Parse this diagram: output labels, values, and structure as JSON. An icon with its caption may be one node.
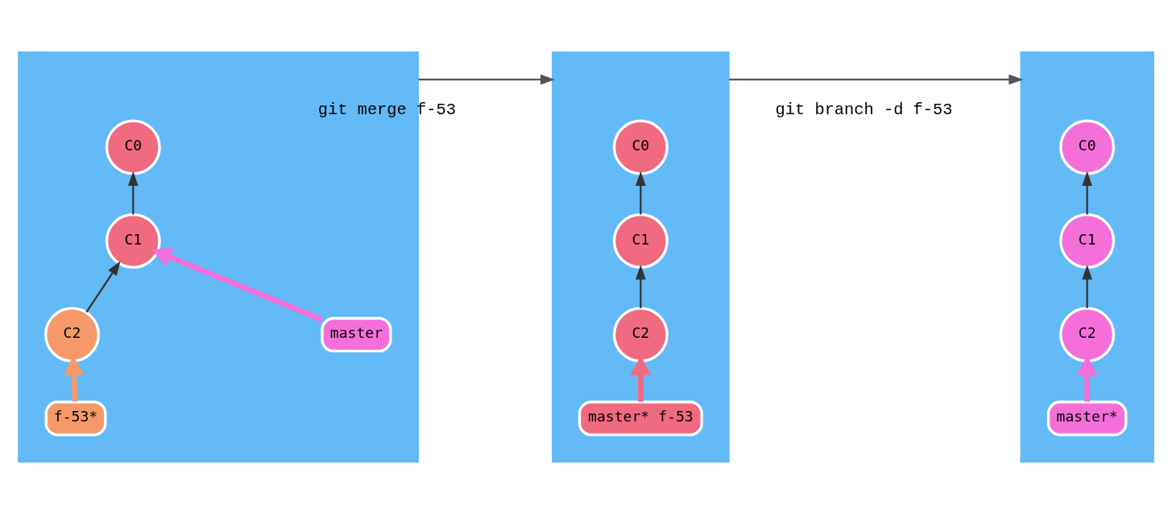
{
  "diagram": {
    "nodes": [
      {
        "text": [],
        "shape": "box"
      },
      {
        "text": [
          "C0"
        ],
        "in": 0
      },
      {
        "text": [
          "C1"
        ],
        "in": 0
      },
      {
        "text": [
          "C2"
        ],
        "in": 0
      },
      {
        "text": [
          "master"
        ],
        "in": 0
      },
      {
        "text": [
          "f-53*"
        ],
        "in": 0
      },
      {
        "text": [],
        "shape": "box"
      },
      {
        "text": [
          "C0"
        ],
        "in": 6
      },
      {
        "text": [
          "C1"
        ],
        "in": 6
      },
      {
        "text": [
          "C2"
        ],
        "in": 6
      },
      {
        "text": [
          "master* f-53"
        ],
        "in": 6
      },
      {
        "text": [],
        "shape": "box"
      },
      {
        "text": [
          "C0"
        ],
        "in": 11
      },
      {
        "text": [
          "C1"
        ],
        "in": 11
      },
      {
        "text": [
          "C2"
        ],
        "in": 11
      },
      {
        "text": [
          "master*"
        ],
        "in": 11
      }
    ],
    "edges": [
      {
        "from": 2,
        "to": 1,
        "arrow": "to"
      },
      {
        "from": 3,
        "to": 2,
        "arrow": "to"
      },
      {
        "from": 4,
        "to": 2,
        "arrow": "to",
        "style": "thick",
        "color": "#f46fd9"
      },
      {
        "from": 5,
        "to": 3,
        "arrow": "to",
        "style": "thick",
        "color": "#f5996b"
      },
      {
        "from": 8,
        "to": 7,
        "arrow": "to"
      },
      {
        "from": 9,
        "to": 8,
        "arrow": "to"
      },
      {
        "from": 10,
        "to": 9,
        "arrow": "to",
        "style": "thick",
        "color": "#f06a80"
      },
      {
        "from": 13,
        "to": 12,
        "arrow": "to"
      },
      {
        "from": 14,
        "to": 13,
        "arrow": "to"
      },
      {
        "from": 15,
        "to": 14,
        "arrow": "to",
        "style": "thick",
        "color": "#f46fd9"
      },
      {
        "from": 0,
        "to": 6,
        "arrow": "to",
        "label": "git merge f-53",
        "color": "#555555"
      },
      {
        "from": 6,
        "to": 11,
        "arrow": "to",
        "label": "git branch -d f-53",
        "color": "#555555"
      }
    ]
  }
}
